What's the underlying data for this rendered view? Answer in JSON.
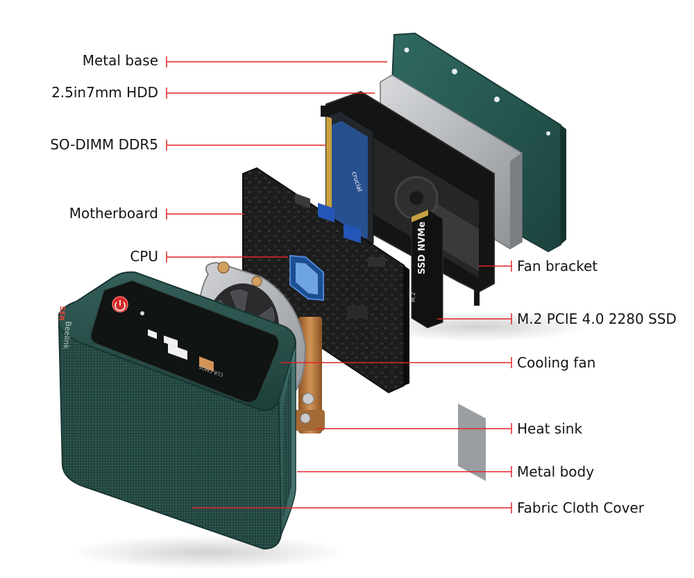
{
  "colors": {
    "accent_line": "#e0242a",
    "case_green": "#2f5f58",
    "case_dark": "#1f3f3b",
    "pcb": "#1c1c1c",
    "fan_grey": "#b9bcbf",
    "ssd_black": "#111111",
    "ram_blue": "#1f4b8f",
    "copper": "#b5763a"
  },
  "labels": {
    "metal_base": "Metal base",
    "hdd": "2.5in7mm HDD",
    "sodimm": "SO-DIMM DDR5",
    "motherboard": "Motherboard",
    "cpu": "CPU",
    "fan_bracket": "Fan bracket",
    "ssd": "M.2 PCIE 4.0 2280 SSD",
    "cooling_fan": "Cooling fan",
    "heat_sink": "Heat sink",
    "metal_body": "Metal body",
    "fabric_cover": "Fabric Cloth Cover"
  },
  "device": {
    "brand_text": "Beelink",
    "model_text": "SER",
    "port_label": "CLR CMOS",
    "ssd_text": "SSD NVMe",
    "ssd_small": "M.2",
    "ram_brand": "crucial"
  }
}
